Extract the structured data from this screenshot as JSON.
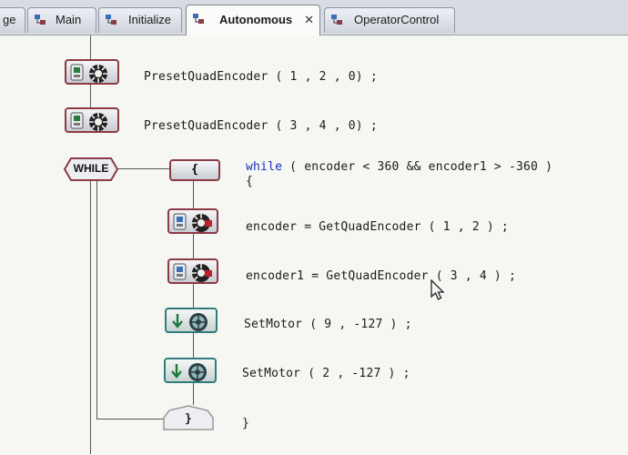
{
  "tabs": [
    {
      "label": "ge",
      "active": false
    },
    {
      "label": "Main",
      "active": false
    },
    {
      "label": "Initialize",
      "active": false
    },
    {
      "label": "Autonomous",
      "active": true,
      "close": "✕"
    },
    {
      "label": "OperatorControl",
      "active": false
    }
  ],
  "blocks": {
    "preset1": "PresetQuadEncoder ( 1 , 2 , 0) ;",
    "preset2": "PresetQuadEncoder ( 3 , 4 , 0) ;",
    "while_label": "WHILE",
    "while_kw": "while",
    "while_cond": " ( encoder < 360 && encoder1 > -360 )",
    "open_brace": "{",
    "brace_block_open": "{",
    "enc1": "encoder = GetQuadEncoder ( 1 , 2 ) ;",
    "enc2": "encoder1 = GetQuadEncoder ( 3 , 4 ) ;",
    "motor1": "SetMotor ( 9 , -127 ) ;",
    "motor2": "SetMotor ( 2 , -127 ) ;",
    "brace_block_close": "}",
    "close_brace": "}"
  },
  "colors": {
    "keyword": "#1c2fb8",
    "sensor_block_border": "#8a3b46",
    "motor_block_border": "#2f7c7a"
  },
  "icons": [
    "tab-block-icon",
    "encoder-dial-icon",
    "motor-icon",
    "sensor-icon",
    "mouse-pointer-icon"
  ]
}
